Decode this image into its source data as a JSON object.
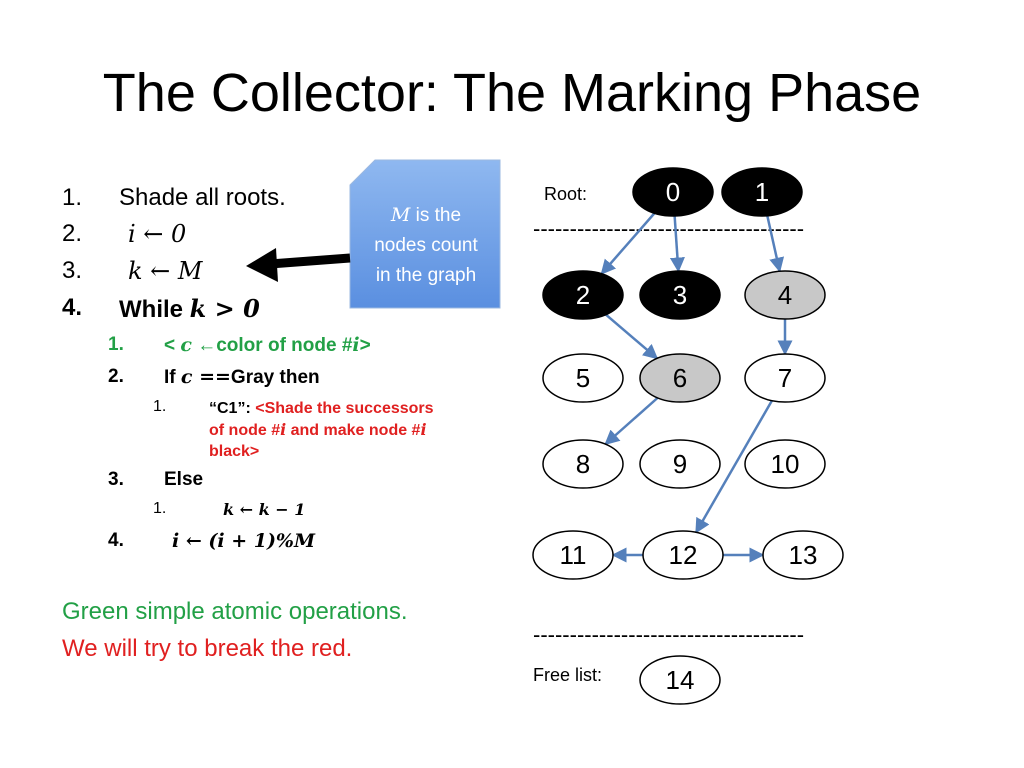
{
  "title": "The Collector: The Marking Phase",
  "steps": {
    "s1_num": "1.",
    "s1_text": "Shade all roots.",
    "s2_num": "2.",
    "s2_math": "i ← 0",
    "s3_num": "3.",
    "s3_math": "k ← M",
    "s4_num": "4.",
    "s4_text": "While",
    "s4_math": "k > 0",
    "s4_1_num": "1.",
    "s4_1_a": "< ",
    "s4_1_math": "c",
    "s4_1_b": " ←color of node #",
    "s4_1_math2": "i",
    "s4_1_c": ">",
    "s4_2_num": "2.",
    "s4_2_a": "If ",
    "s4_2_math": "c ==",
    "s4_2_b": "Gray then",
    "s4_2_1_num": "1.",
    "s4_2_1_a": "“C1”: ",
    "s4_2_1_line1": "<Shade the successors",
    "s4_2_1_line2a": "of node #",
    "s4_2_1_line2m": "i",
    "s4_2_1_line2b": " and make node #",
    "s4_2_1_line2m2": "i",
    "s4_2_1_line3": "black>",
    "s4_3_num": "3.",
    "s4_3_text": "Else",
    "s4_3_1_num": "1.",
    "s4_3_1_math": "k ← k − 1",
    "s4_4_num": "4.",
    "s4_4_math": "i ← (i + 1)%M"
  },
  "notes": {
    "green": "Green simple atomic operations.",
    "red": "We will try to break the red."
  },
  "callout": {
    "math": "M",
    "line1_rest": " is the",
    "line2": "nodes count",
    "line3": "in the graph"
  },
  "graph": {
    "root_label": "Root:",
    "free_label": "Free list:",
    "dashes": "-------------------------------------",
    "nodes": [
      {
        "id": "0",
        "fill": "black"
      },
      {
        "id": "1",
        "fill": "black"
      },
      {
        "id": "2",
        "fill": "black"
      },
      {
        "id": "3",
        "fill": "black"
      },
      {
        "id": "4",
        "fill": "gray"
      },
      {
        "id": "5",
        "fill": "white"
      },
      {
        "id": "6",
        "fill": "gray"
      },
      {
        "id": "7",
        "fill": "white"
      },
      {
        "id": "8",
        "fill": "white"
      },
      {
        "id": "9",
        "fill": "white"
      },
      {
        "id": "10",
        "fill": "white"
      },
      {
        "id": "11",
        "fill": "white"
      },
      {
        "id": "12",
        "fill": "white"
      },
      {
        "id": "13",
        "fill": "white"
      },
      {
        "id": "14",
        "fill": "white"
      }
    ],
    "edges": [
      [
        "0",
        "2"
      ],
      [
        "0",
        "3"
      ],
      [
        "1",
        "4"
      ],
      [
        "2",
        "6"
      ],
      [
        "4",
        "7"
      ],
      [
        "6",
        "8"
      ],
      [
        "7",
        "12"
      ],
      [
        "12",
        "11"
      ],
      [
        "12",
        "13"
      ]
    ]
  },
  "colors": {
    "green": "#22a046",
    "red": "#e02020",
    "callout": "#6fa0e8",
    "edge": "#5580bb",
    "gray_node": "#c8c8c8"
  }
}
